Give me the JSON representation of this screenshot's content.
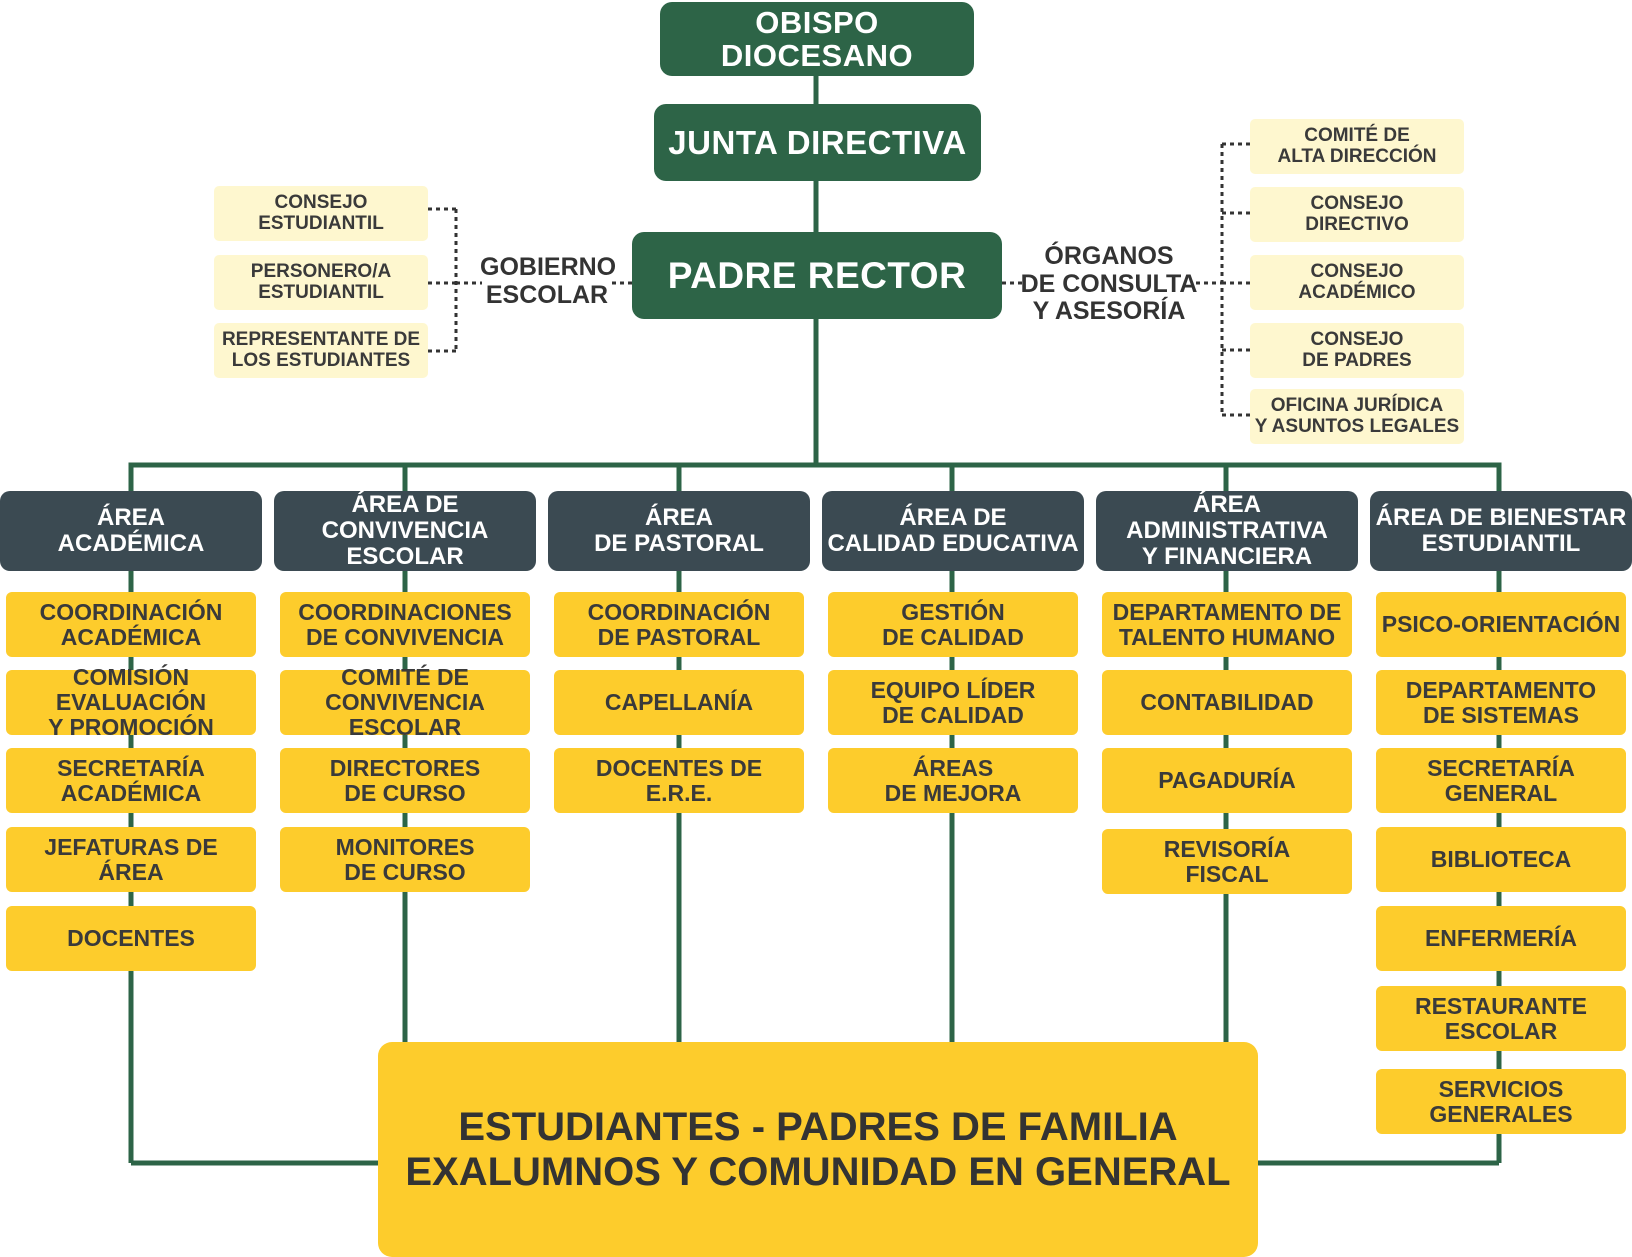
{
  "colors": {
    "main_green": "#2d6447",
    "area_header": "#3b4a52",
    "unit_yellow": "#fdcc2c",
    "cream": "#fef7cf",
    "connector_line": "#2d6447"
  },
  "top": {
    "bishop": "OBISPO DIOCESANO",
    "board": "JUNTA DIRECTIVA",
    "rector": "PADRE RECTOR"
  },
  "left_group": {
    "label": "GOBIERNO\nESCOLAR",
    "items": [
      "CONSEJO\nESTUDIANTIL",
      "PERSONERO/A\nESTUDIANTIL",
      "REPRESENTANTE DE\nLOS ESTUDIANTES"
    ]
  },
  "right_group": {
    "label": "ÓRGANOS\nDE CONSULTA\nY ASESORÍA",
    "items": [
      "COMITÉ DE\nALTA DIRECCIÓN",
      "CONSEJO\nDIRECTIVO",
      "CONSEJO\nACADÉMICO",
      "CONSEJO\nDE PADRES",
      "OFICINA JURÍDICA\nY ASUNTOS LEGALES"
    ]
  },
  "areas": [
    {
      "title": "ÁREA\nACADÉMICA",
      "units": [
        "COORDINACIÓN\nACADÉMICA",
        "COMISIÓN EVALUACIÓN\nY PROMOCIÓN",
        "SECRETARÍA\nACADÉMICA",
        "JEFATURAS DE\nÁREA",
        "DOCENTES"
      ]
    },
    {
      "title": "ÁREA DE CONVIVENCIA\nESCOLAR",
      "units": [
        "COORDINACIONES\nDE CONVIVENCIA",
        "COMITÉ DE\nCONVIVENCIA ESCOLAR",
        "DIRECTORES\nDE CURSO",
        "MONITORES\nDE CURSO"
      ]
    },
    {
      "title": "ÁREA\nDE PASTORAL",
      "units": [
        "COORDINACIÓN\nDE PASTORAL",
        "CAPELLANÍA",
        "DOCENTES DE\nE.R.E."
      ]
    },
    {
      "title": "ÁREA DE\nCALIDAD EDUCATIVA",
      "units": [
        "GESTIÓN\nDE CALIDAD",
        "EQUIPO LÍDER\nDE CALIDAD",
        "ÁREAS\nDE MEJORA"
      ]
    },
    {
      "title": "ÁREA ADMINISTRATIVA\nY FINANCIERA",
      "units": [
        "DEPARTAMENTO DE\nTALENTO HUMANO",
        "CONTABILIDAD",
        "PAGADURÍA",
        "REVISORÍA\nFISCAL"
      ]
    },
    {
      "title": "ÁREA DE BIENESTAR\nESTUDIANTIL",
      "units": [
        "PSICO-ORIENTACIÓN",
        "DEPARTAMENTO\nDE SISTEMAS",
        "SECRETARÍA\nGENERAL",
        "BIBLIOTECA",
        "ENFERMERÍA",
        "RESTAURANTE\nESCOLAR",
        "SERVICIOS\nGENERALES"
      ]
    }
  ],
  "community": "ESTUDIANTES - PADRES DE FAMILIA\nEXALUMNOS Y COMUNIDAD EN GENERAL"
}
